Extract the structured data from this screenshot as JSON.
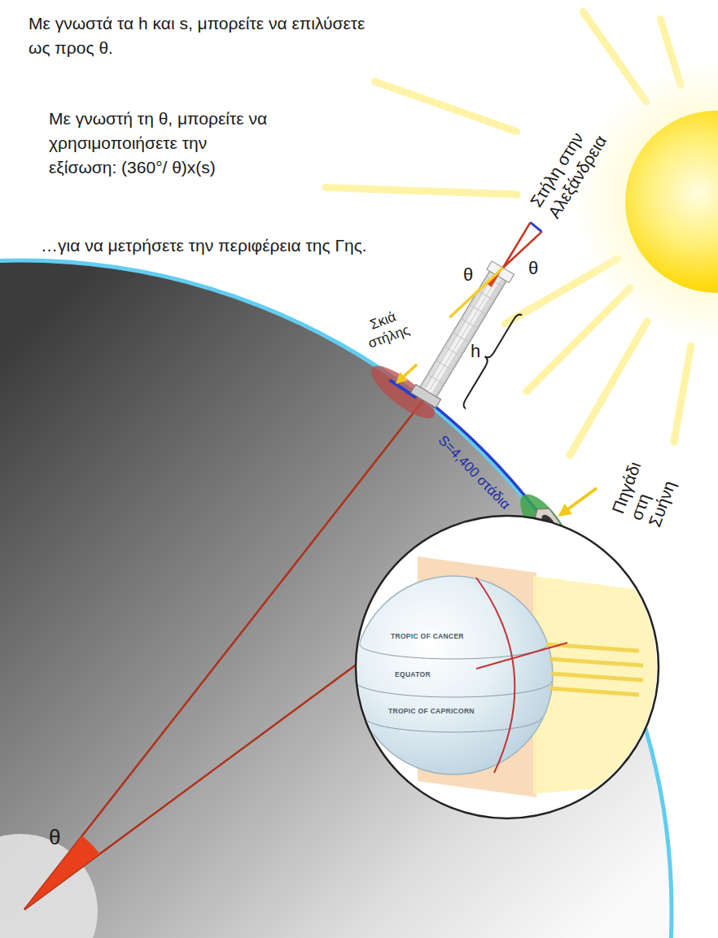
{
  "diagram": {
    "nodes": [
      {
        "text": [
          "TROPIC OF CANCER",
          "EQUATOR",
          "TROPIC OF CAPRICORN"
        ]
      }
    ],
    "labels": [
      "Με γνωστά τα h και s, μπορείτε να επιλύσετε ως προς θ.",
      "Με γνωστή τη θ, μπορείτε να χρησιμοποιήσετε την εξίσωση: (360°/ θ)x(s)",
      "…για να μετρήσετε την περιφέρεια της Γης.",
      "Στήλη στην Αλεξάνδρεια",
      "θ",
      "θ",
      "Σκιά στήλης",
      "h",
      "S=4,400 στάδια",
      "Πηγάδι στη Συήνη",
      "θ"
    ]
  }
}
